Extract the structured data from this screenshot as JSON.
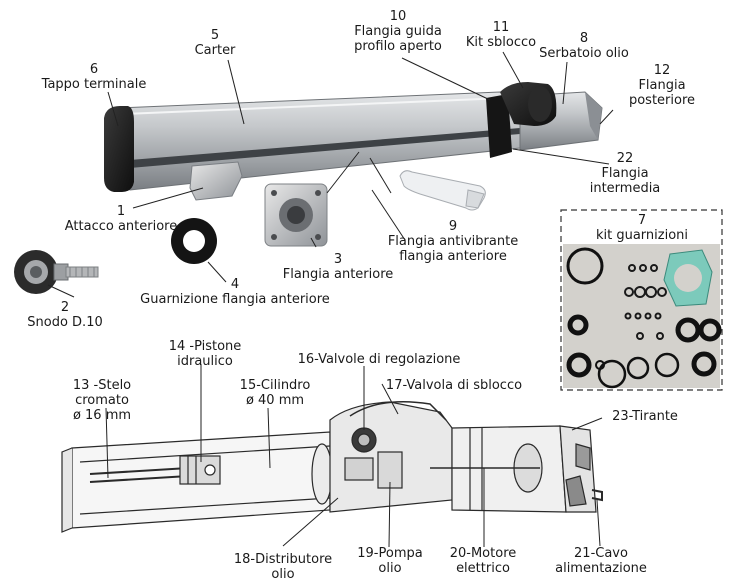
{
  "labels": {
    "p1": "1\nAttacco anteriore",
    "p2": "2\nSnodo D.10",
    "p3": "3\nFlangia anteriore",
    "p4": "4\nGuarnizione flangia anteriore",
    "p5": "5\nCarter",
    "p6": "6\nTappo terminale",
    "p7": "7\nkit guarnizioni",
    "p8": "8\nSerbatoio olio",
    "p9": "9\nFlangia antivibrante\nflangia anteriore",
    "p10": "10\nFlangia guida\nprofilo aperto",
    "p11": "11\nKit sblocco",
    "p12": "12\nFlangia\nposteriore",
    "p13": "13 -Stelo cromato\nø 16 mm",
    "p14": "14 -Pistone\nidraulico",
    "p15": "15-Cilindro\nø 40 mm",
    "p16": "16-Valvole di regolazione",
    "p17": "17-Valvola di sblocco",
    "p18": "18-Distributore\nolio",
    "p19": "19-Pompa\nolio",
    "p20": "20-Motore\nelettrico",
    "p21": "21-Cavo\nalimentazione",
    "p22": "22\nFlangia\nintermedia",
    "p23": "23-Tirante"
  },
  "colors": {
    "housing": "#b9bcc0",
    "cap": "#1c1c1c",
    "gasket_panel": "#d3d1cc",
    "gasket_teal": "#6fc0b0",
    "leader": "#222222"
  }
}
